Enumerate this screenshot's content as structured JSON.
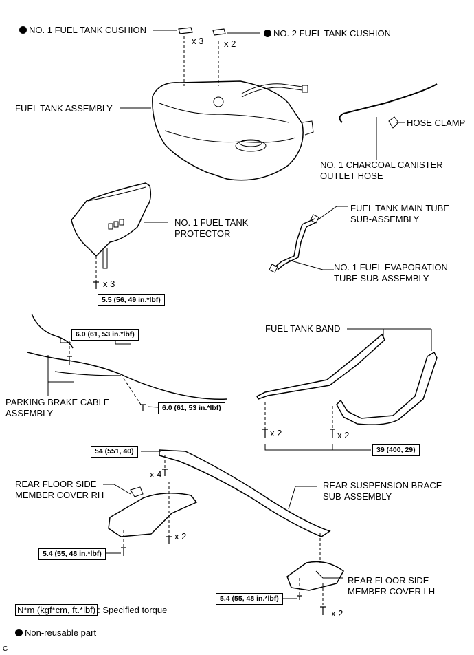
{
  "labels": {
    "cushion1": "NO. 1 FUEL TANK CUSHION",
    "cushion2": "NO. 2 FUEL TANK CUSHION",
    "qty_cushion1": "x 3",
    "qty_cushion2": "x 2",
    "fuel_tank_assembly": "FUEL TANK ASSEMBLY",
    "hose_clamp": "HOSE CLAMP",
    "canister_hose_l1": "NO. 1 CHARCOAL CANISTER",
    "canister_hose_l2": "OUTLET HOSE",
    "protector_l1": "NO. 1 FUEL TANK",
    "protector_l2": "PROTECTOR",
    "main_tube_l1": "FUEL TANK MAIN TUBE",
    "main_tube_l2": "SUB-ASSEMBLY",
    "evap_tube_l1": "NO. 1 FUEL EVAPORATION",
    "evap_tube_l2": "TUBE SUB-ASSEMBLY",
    "qty_protector_bolt": "x 3",
    "parking_cable_l1": "PARKING BRAKE CABLE",
    "parking_cable_l2": "ASSEMBLY",
    "fuel_tank_band": "FUEL TANK BAND",
    "qty_band_bolt_left": "x 2",
    "qty_band_bolt_right": "x 2",
    "brace_l1": "REAR SUSPENSION BRACE",
    "brace_l2": "SUB-ASSEMBLY",
    "qty_brace_bolt": "x 4",
    "cover_rh_l1": "REAR FLOOR SIDE",
    "cover_rh_l2": "MEMBER COVER RH",
    "qty_cover_rh_bolt": "x 2",
    "cover_lh_l1": "REAR FLOOR SIDE",
    "cover_lh_l2": "MEMBER COVER LH",
    "qty_cover_lh_bolt": "x 2",
    "corner_letter": "C"
  },
  "torques": {
    "protector": "5.5 (56, 49 in.*lbf)",
    "cable_upper": "6.0 (61, 53 in.*lbf)",
    "cable_lower": "6.0 (61, 53 in.*lbf)",
    "band": "39 (400, 29)",
    "brace": "54 (551, 40)",
    "cover_rh": "5.4 (55, 48 in.*lbf)",
    "cover_lh": "5.4 (55, 48 in.*lbf)"
  },
  "legend": {
    "torque_unit": "N*m (kgf*cm, ft.*lbf)",
    "torque_text": ": Specified torque",
    "nonreusable_text": "Non-reusable part"
  }
}
